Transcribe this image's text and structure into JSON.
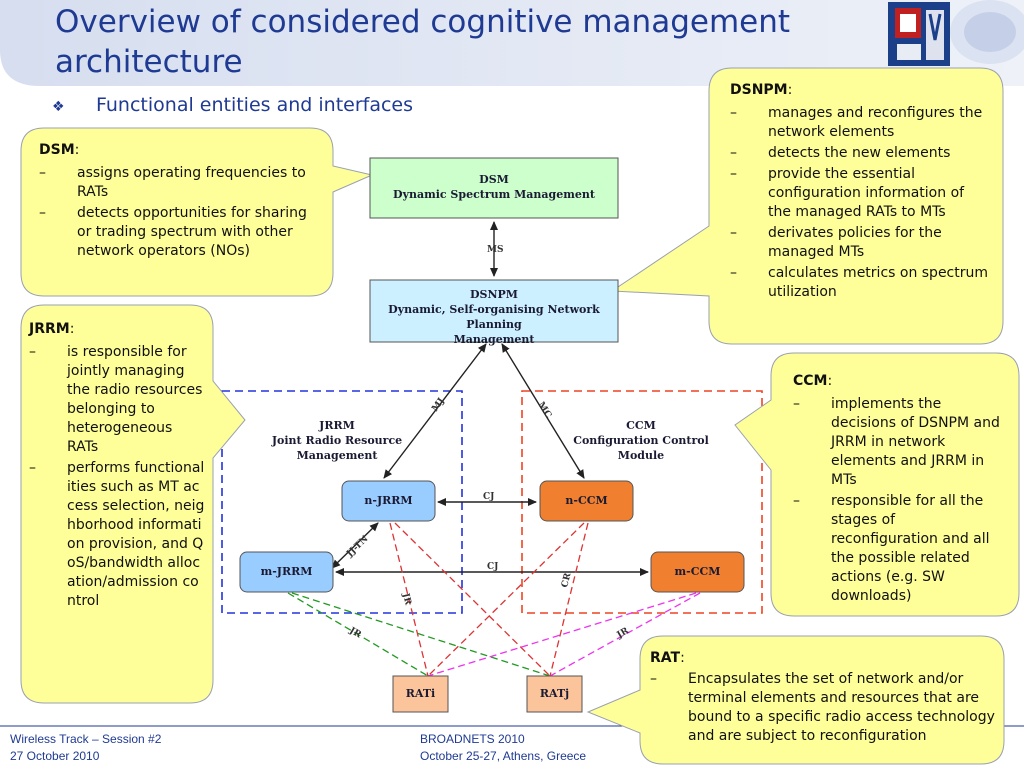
{
  "title": "Overview of considered cognitive management architecture",
  "bullet": "Functional entities and interfaces",
  "boxes": {
    "dsm": {
      "l1": "DSM",
      "l2": "Dynamic Spectrum Management"
    },
    "dsnpm": {
      "l1": "DSNPM",
      "l2": "Dynamic, Self-organising Network Planning",
      "l3": "Management"
    },
    "njrrm": "n-JRRM",
    "mjrrm": "m-JRRM",
    "nccm": "n-CCM",
    "mccm": "m-CCM",
    "rati": "RATi",
    "ratj": "RATj"
  },
  "areas": {
    "jrrm": {
      "l1": "JRRM",
      "l2": "Joint Radio Resource",
      "l3": "Management"
    },
    "ccm": {
      "l1": "CCM",
      "l2": "Configuration Control",
      "l3": "Module"
    }
  },
  "links": {
    "ms": "MS",
    "mj": "MJ",
    "mc": "MC",
    "cj1": "CJ",
    "cj2": "CJ",
    "jjtn": "JJ-TN",
    "jr1": "JR",
    "jr2": "JR",
    "cr": "CR",
    "jr3": "JR"
  },
  "callouts": {
    "dsm": {
      "head": "DSM",
      "items": [
        "assigns operating frequencies to RATs",
        "detects opportunities for sharing or trading spectrum with other network operators (NOs)"
      ]
    },
    "dsnpm": {
      "head": "DSNPM",
      "items": [
        "manages and reconfigures the network elements",
        "detects the new elements",
        "provide the essential configuration information of the managed RATs to MTs",
        "derivates policies for the managed MTs",
        "calculates metrics on spectrum utilization"
      ]
    },
    "jrrm": {
      "head": "JRRM",
      "items": [
        "is responsible for jointly managing the radio resources belonging to heterogeneous RATs",
        "performs functionalities such as MT access selection, neighborhood information provision, and QoS/bandwidth allocation/admission control"
      ]
    },
    "ccm": {
      "head": "CCM",
      "items": [
        "implements the decisions of DSNPM and JRRM in network elements and JRRM in MTs",
        "responsible for all the stages of reconfiguration and all the possible related actions (e.g. SW downloads)"
      ]
    },
    "rat": {
      "head": "RAT",
      "items": [
        "Encapsulates the set of network and/or terminal elements and resources that are bound to a specific radio access technology and are subject to reconfiguration"
      ]
    }
  },
  "footer": {
    "left1": "Wireless Track – Session #2",
    "left2": "27 October 2010",
    "mid1": "BROADNETS 2010",
    "mid2": "October 25-27, Athens, Greece"
  },
  "colors": {
    "title": "#1f3a93",
    "callout_fill": "#ffff99",
    "dsm_fill": "#ccffcc",
    "dsnpm_fill": "#ccf0ff",
    "jrrm_node_fill": "#99ccff",
    "ccm_node_fill": "#f08030",
    "rat_fill": "#fbc49a"
  },
  "icons": [
    "university-logo-icon"
  ]
}
